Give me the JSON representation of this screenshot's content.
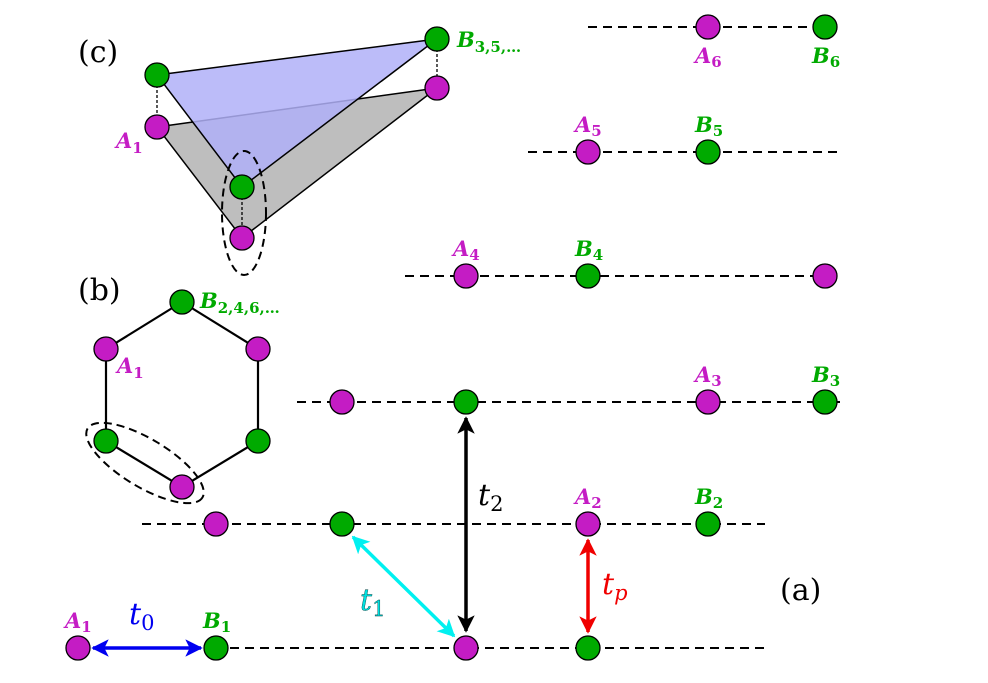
{
  "colors": {
    "A": "#C41CC4",
    "B": "#00AA00",
    "t0": "#0000F0",
    "t1": "#00F0F0",
    "t2": "#000000",
    "tp": "#F00000",
    "upper_plane": "#B8B8F8",
    "lower_plane": "#A8A8A8"
  },
  "panels": {
    "a": {
      "label": "(a)"
    },
    "b": {
      "label": "(b)"
    },
    "c": {
      "label": "(c)"
    }
  },
  "panel_a": {
    "layers": [
      {
        "layer": 1,
        "sites": [
          {
            "type": "A",
            "label": "A",
            "sub": "1"
          },
          {
            "type": "B",
            "label": "B",
            "sub": "1"
          },
          {
            "type": "A",
            "label": "",
            "sub": ""
          },
          {
            "type": "B",
            "label": "",
            "sub": ""
          }
        ]
      },
      {
        "layer": 2,
        "sites": [
          {
            "type": "A",
            "label": "",
            "sub": ""
          },
          {
            "type": "B",
            "label": "",
            "sub": ""
          },
          {
            "type": "A",
            "label": "A",
            "sub": "2"
          },
          {
            "type": "B",
            "label": "B",
            "sub": "2"
          }
        ]
      },
      {
        "layer": 3,
        "sites": [
          {
            "type": "A",
            "label": "",
            "sub": ""
          },
          {
            "type": "B",
            "label": "",
            "sub": ""
          },
          {
            "type": "A",
            "label": "A",
            "sub": "3"
          },
          {
            "type": "B",
            "label": "B",
            "sub": "3"
          }
        ]
      },
      {
        "layer": 4,
        "sites": [
          {
            "type": "A",
            "label": "A",
            "sub": "4"
          },
          {
            "type": "B",
            "label": "B",
            "sub": "4"
          },
          {
            "type": "A",
            "label": "",
            "sub": ""
          }
        ]
      },
      {
        "layer": 5,
        "sites": [
          {
            "type": "A",
            "label": "A",
            "sub": "5"
          },
          {
            "type": "B",
            "label": "B",
            "sub": "5"
          }
        ]
      },
      {
        "layer": 6,
        "sites": [
          {
            "type": "A",
            "label": "A",
            "sub": "6"
          },
          {
            "type": "B",
            "label": "B",
            "sub": "6"
          }
        ]
      }
    ],
    "hoppings": [
      {
        "name": "t0",
        "symbol": "t",
        "sub": "0",
        "description": "intralayer A1-B1"
      },
      {
        "name": "t1",
        "symbol": "t",
        "sub": "1",
        "description": "interlayer diagonal"
      },
      {
        "name": "t2",
        "symbol": "t",
        "sub": "2",
        "description": "next-layer vertical"
      },
      {
        "name": "tp",
        "symbol": "t",
        "sub": "p",
        "description": "interlayer vertical"
      }
    ]
  },
  "panel_b": {
    "a_label": "A",
    "a_sub": "1",
    "b_label": "B",
    "b_sub": "2,4,6,…"
  },
  "panel_c": {
    "a_label": "A",
    "a_sub": "1",
    "b_label": "B",
    "b_sub": "3,5,…"
  }
}
